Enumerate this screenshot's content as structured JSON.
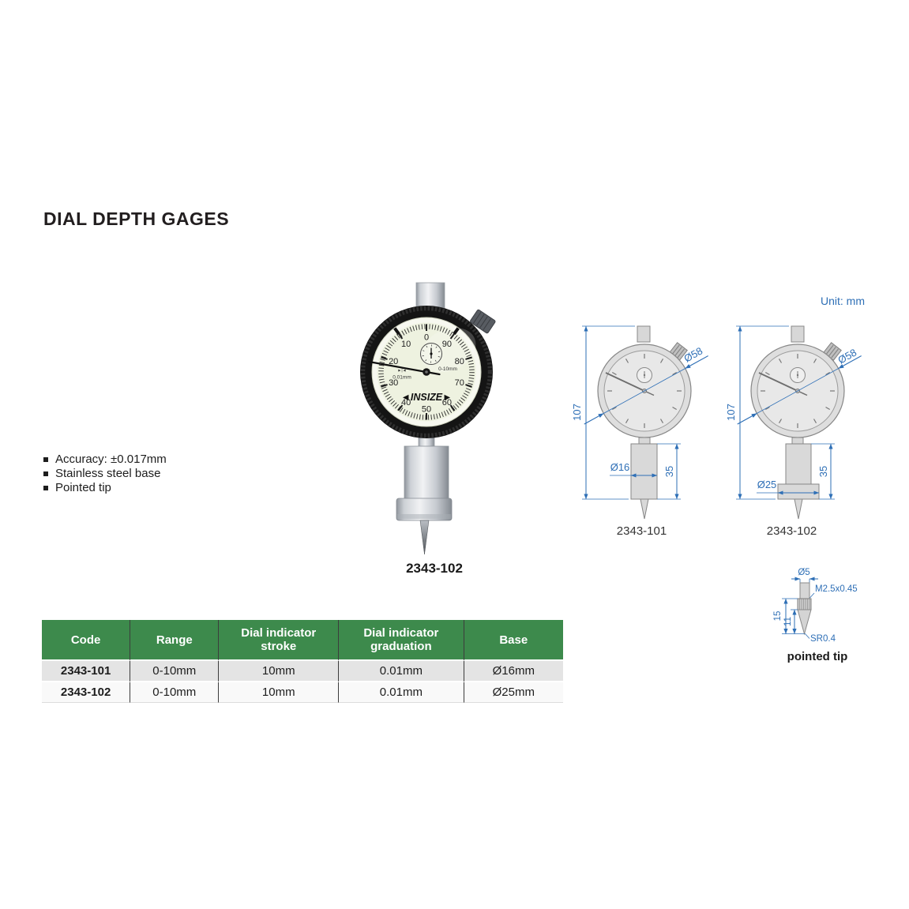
{
  "page": {
    "title": "DIAL DEPTH GAGES",
    "unit_label": "Unit: mm"
  },
  "features": {
    "items": [
      "Accuracy: ±0.017mm",
      "Stainless steel base",
      "Pointed tip"
    ]
  },
  "photo": {
    "caption": "2343-102",
    "brand_logo": "◄INSIZE►",
    "range_label": "0-10mm",
    "graduation_label": "0.01mm",
    "pointer_glyph": "►|◄",
    "dial_numbers": [
      "0",
      "10",
      "20",
      "30",
      "40",
      "50",
      "60",
      "70",
      "80",
      "90"
    ]
  },
  "drawings": {
    "left": {
      "caption": "2343-101",
      "dim_height": "107",
      "dim_dial": "Ø58",
      "dim_base_diameter": "Ø16",
      "dim_base_height": "35"
    },
    "right": {
      "caption": "2343-102",
      "dim_height": "107",
      "dim_dial": "Ø58",
      "dim_base_diameter": "Ø25",
      "dim_base_height": "35"
    }
  },
  "tip": {
    "caption": "pointed tip",
    "dim_diameter": "Ø5",
    "dim_thread": "M2.5x0.45",
    "dim_length": "15",
    "dim_cone": "11",
    "dim_radius": "SR0.4"
  },
  "table": {
    "headers": [
      "Code",
      "Range",
      "Dial indicator stroke",
      "Dial indicator graduation",
      "Base"
    ],
    "rows": [
      [
        "2343-101",
        "0-10mm",
        "10mm",
        "0.01mm",
        "Ø16mm"
      ],
      [
        "2343-102",
        "0-10mm",
        "10mm",
        "0.01mm",
        "Ø25mm"
      ]
    ]
  },
  "colors": {
    "table_header_bg": "#3d8a4c",
    "dimension_blue": "#2e6fb6",
    "row_alt_bg": "#e4e4e4",
    "title_color": "#221e1f"
  }
}
